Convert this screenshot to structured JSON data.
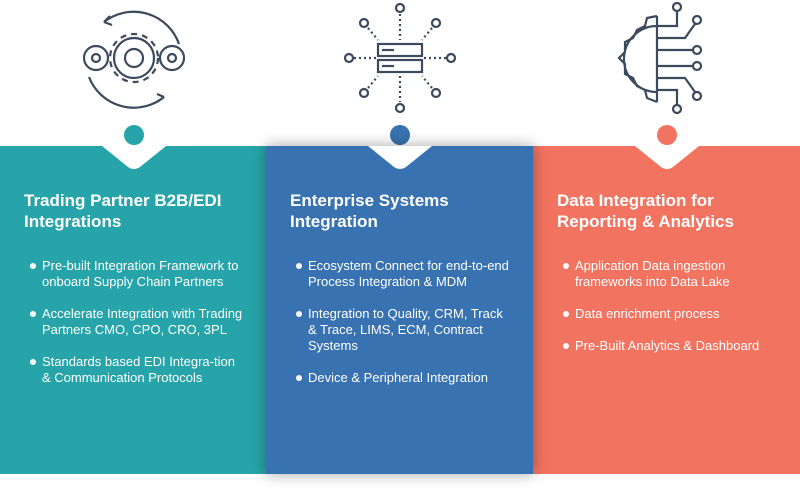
{
  "columns": [
    {
      "icon": "gears-cycle-icon",
      "color": "#27a4a9",
      "title": "Trading Partner B2B/EDI Integrations",
      "bullets": [
        "Pre-built Integration Framework to onboard Supply Chain Partners",
        "Accelerate Integration with Trading Partners CMO, CPO, CRO, 3PL",
        "Standards based EDI Integra-tion & Communication Protocols"
      ]
    },
    {
      "icon": "server-network-icon",
      "color": "#3872b0",
      "title": "Enterprise Systems Integration",
      "bullets": [
        "Ecosystem Connect for end-to-end Process Integration & MDM",
        "Integration to Quality, CRM, Track & Trace, LIMS, ECM, Contract Systems",
        "Device & Peripheral Integration"
      ]
    },
    {
      "icon": "gear-circuit-icon",
      "color": "#f27360",
      "title": "Data Integration for Reporting & Analytics",
      "bullets": [
        "Application Data ingestion frameworks into Data Lake",
        "Data enrichment process",
        "Pre-Built Analytics & Dashboard"
      ]
    }
  ]
}
